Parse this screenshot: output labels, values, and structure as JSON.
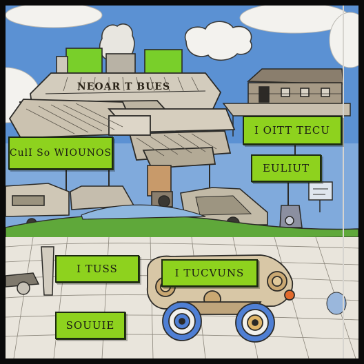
{
  "scene": {
    "colors": {
      "sky": "#5b91d3",
      "cloud": "#f3f2ee",
      "sign_green": "#8ed21e",
      "ground": "#e9e5dc",
      "grass": "#5fa83a",
      "outline": "#2b2a27",
      "frame": "#0a0a0a"
    },
    "factory_banner": "NEOAR T BUES",
    "signs": {
      "left_upper": "CulI  So  WIOUNOS",
      "right_upper": "I OITT  TECU",
      "right_lower": "EULIUT",
      "lower_left": "I  TUSS",
      "lower_middle": "I  TUCVUNS",
      "bottom_left": "SOUUIE"
    }
  }
}
